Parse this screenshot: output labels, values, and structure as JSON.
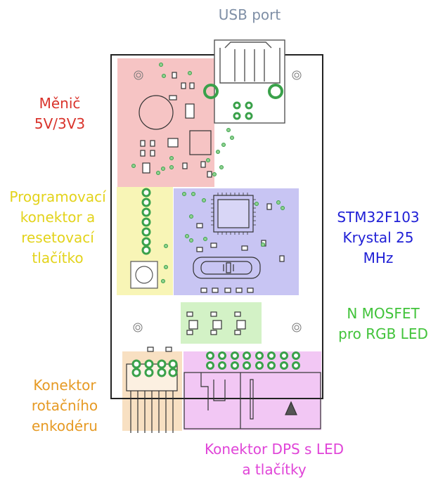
{
  "labels": {
    "usb": {
      "text": "USB port",
      "color": "#7f8fa6"
    },
    "converter": {
      "lines": [
        "Měnič",
        "5V/3V3"
      ],
      "color": "#d9332b"
    },
    "programming": {
      "lines": [
        "Programovací",
        "konektor a",
        "resetovací",
        "tlačítko"
      ],
      "color": "#e3d31b"
    },
    "mcu": {
      "lines": [
        "STM32F103",
        "Krystal 25",
        "MHz"
      ],
      "color": "#1f1fd6"
    },
    "mosfet": {
      "lines": [
        "N MOSFET",
        "pro RGB LED"
      ],
      "color": "#41c33a"
    },
    "encoder": {
      "lines": [
        "Konektor",
        "rotačního",
        "enkodéru"
      ],
      "color": "#e69a24"
    },
    "dps": {
      "lines": [
        "Konektor DPS s LED",
        "a tlačítky"
      ],
      "color": "#e044d8"
    }
  },
  "colors": {
    "zone_converter": "#f6c4c4",
    "zone_programming": "#f8f5b6",
    "zone_mcu": "#c8c5f3",
    "zone_mosfet": "#d3f2c6",
    "zone_encoder": "#f8e0c2",
    "zone_dps": "#f2c7f4",
    "outline": "#222222",
    "pad": "#3aa14a"
  }
}
